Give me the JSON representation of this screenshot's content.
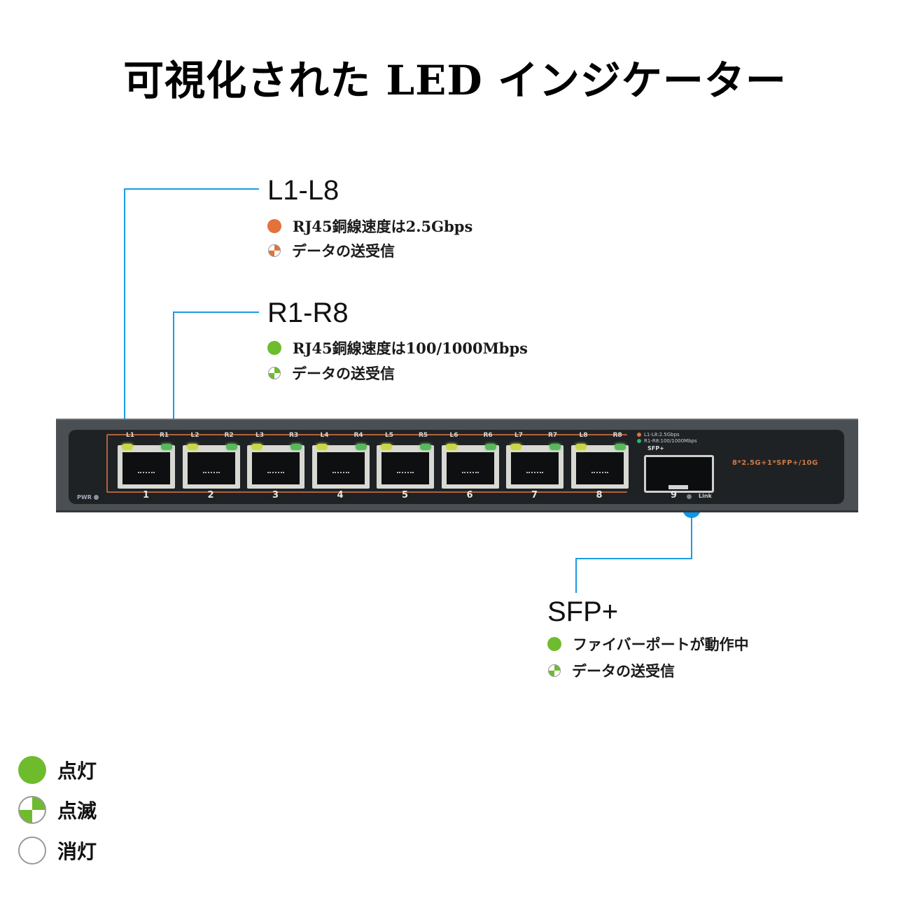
{
  "title": "可視化された LED インジケーター",
  "callouts": {
    "l": {
      "heading": "L1-L8",
      "items": [
        {
          "icon": "solid-orange-dot-icon",
          "text": "RJ45銅線速度は2.5Gbps"
        },
        {
          "icon": "blinking-orange-dot-icon",
          "text": "データの送受信"
        }
      ]
    },
    "r": {
      "heading": "R1-R8",
      "items": [
        {
          "icon": "solid-green-dot-icon",
          "text": "RJ45銅線速度は100/1000Mbps"
        },
        {
          "icon": "blinking-green-dot-icon",
          "text": "データの送受信"
        }
      ]
    },
    "sfp": {
      "heading": "SFP+",
      "items": [
        {
          "icon": "solid-green-dot-icon",
          "text": "ファイバーポートが動作中"
        },
        {
          "icon": "blinking-green-dot-icon",
          "text": "データの送受信"
        }
      ]
    }
  },
  "switch": {
    "pwr_label": "PWR",
    "ports": [
      {
        "num": "1",
        "left_led": "L1",
        "right_led": "R1"
      },
      {
        "num": "2",
        "left_led": "L2",
        "right_led": "R2"
      },
      {
        "num": "3",
        "left_led": "L3",
        "right_led": "R3"
      },
      {
        "num": "4",
        "left_led": "L4",
        "right_led": "R4"
      },
      {
        "num": "5",
        "left_led": "L5",
        "right_led": "R5"
      },
      {
        "num": "6",
        "left_led": "L6",
        "right_led": "R6"
      },
      {
        "num": "7",
        "left_led": "L7",
        "right_led": "R7"
      },
      {
        "num": "8",
        "left_led": "L8",
        "right_led": "R8"
      }
    ],
    "mini_legend": [
      "L1-L8:2.5Gbps",
      "R1-R8:100/1000Mbps"
    ],
    "sfp_label": "SFP+",
    "sfp_port_num": "9",
    "link_label": "Link",
    "model_text": "8*2.5G+1*SFP+/10G"
  },
  "key": [
    {
      "state": "on",
      "label": "点灯"
    },
    {
      "state": "blink",
      "label": "点滅"
    },
    {
      "state": "off",
      "label": "消灯"
    }
  ],
  "colors": {
    "orange": "#e2733a",
    "green": "#6fbb2e",
    "leader": "#1a9ce0"
  }
}
